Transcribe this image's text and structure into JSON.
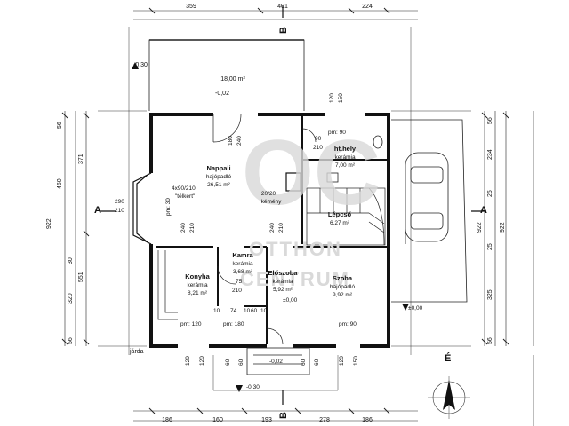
{
  "watermark": {
    "logo": "OC",
    "line1": "OTTHON",
    "line2": "CENTRUM"
  },
  "dims_top": [
    "359",
    "401",
    "224"
  ],
  "dims_bottom": [
    "186",
    "160",
    "193",
    "278",
    "186"
  ],
  "dims_left": [
    "56",
    "371",
    "460",
    "922",
    "30",
    "551",
    "320",
    "56"
  ],
  "dims_right": [
    "56",
    "234",
    "25",
    "922",
    "922",
    "25",
    "325",
    "56"
  ],
  "terrace": {
    "area": "18,00 m²",
    "level": "-0,02"
  },
  "levels": {
    "outside_left": "-0,30",
    "outside_right": "±0,00",
    "entrance": "±0,00",
    "steps": "-0,02",
    "bottom": "-0,30"
  },
  "rooms": {
    "nappali": {
      "name": "Nappali",
      "floor": "hajópadló",
      "area": "26,51 m²"
    },
    "htHely": {
      "name": "ht.hely",
      "floor": "kerámia",
      "area": "7,00 m²"
    },
    "lepcso": {
      "name": "Lépcső",
      "area": "6,27 m²"
    },
    "konyha": {
      "name": "Konyha",
      "floor": "kerámia",
      "area": "8,21 m²"
    },
    "kamra": {
      "name": "Kamra",
      "floor": "kerámia",
      "area": "3,68 m²"
    },
    "eloszoba": {
      "name": "Előszoba",
      "floor": "kerámia",
      "area": "5,92 m²"
    },
    "szoba": {
      "name": "Szoba",
      "floor": "hajópadló",
      "area": "9,92 m²"
    }
  },
  "notes": {
    "window_note": "4x90/210",
    "telkert": "\"télkert\"",
    "chimney_size": "20/20",
    "chimney": "kémény",
    "pm30": "pm: 30",
    "jarda": "járda"
  },
  "openings": {
    "terrace_door_w": "180",
    "terrace_door_h": "240",
    "top_win_w": "120",
    "top_win_h": "150",
    "pm90_top": "pm: 90",
    "pm90_right": "pm: 90",
    "ht_door_w": "90",
    "ht_door_h": "210",
    "side_w": "290",
    "side_h": "210",
    "kitchen_door_w": "240",
    "kitchen_door_h": "210",
    "pm120": "pm: 120",
    "pm180": "pm: 180",
    "kamra_door_w": "75",
    "kamra_door_h": "210",
    "d10a": "10",
    "d74": "74",
    "d10b": "10",
    "d60": "60",
    "d10c": "10",
    "bot_w": [
      "120",
      "120",
      "60",
      "60",
      "60",
      "60",
      "120",
      "150"
    ]
  },
  "section": {
    "a": "A",
    "b": "B"
  },
  "north": "É"
}
